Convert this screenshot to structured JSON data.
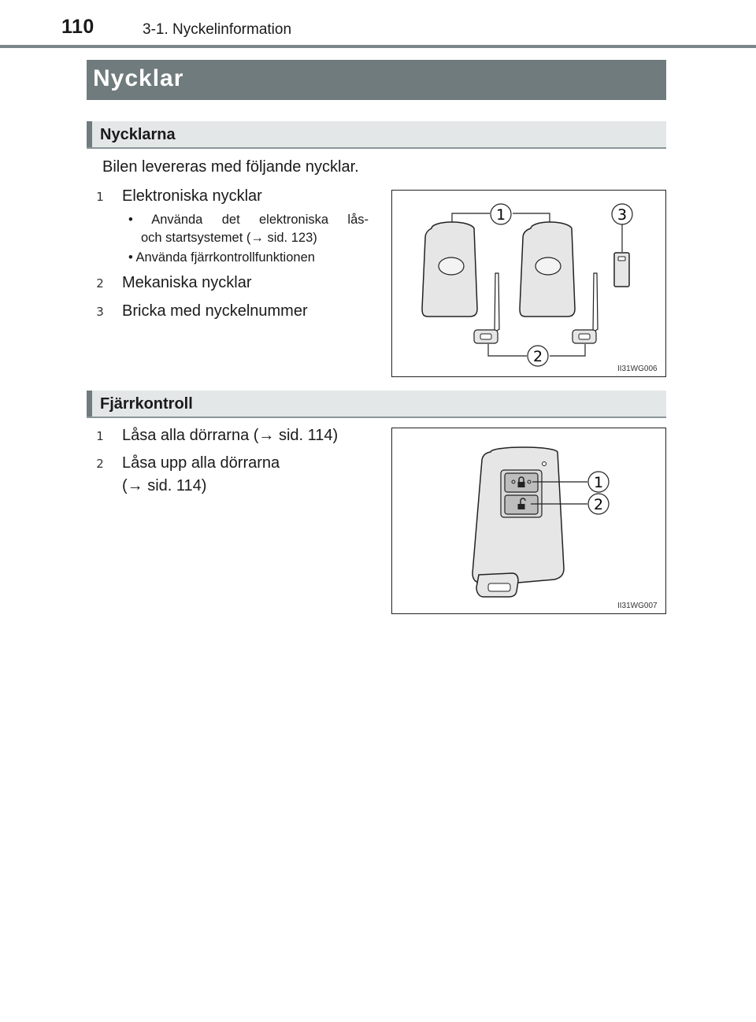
{
  "header": {
    "page_number": "110",
    "section": "3-1. Nyckelinformation"
  },
  "title": "Nycklar",
  "section1": {
    "heading": "Nycklarna",
    "intro": "Bilen levereras med följande nycklar.",
    "items": [
      {
        "num": "1",
        "label": "Elektroniska nycklar"
      },
      {
        "num": "2",
        "label": "Mekaniska nycklar"
      },
      {
        "num": "3",
        "label": "Bricka med nyckelnummer"
      }
    ],
    "bullets": [
      "• Använda det elektroniska lås-",
      "och startsystemet (→ sid. 123)",
      "• Använda fjärrkontrollfunktionen"
    ],
    "figure": {
      "code": "II31WG006",
      "callouts": [
        "1",
        "2",
        "3"
      ]
    }
  },
  "section2": {
    "heading": "Fjärrkontroll",
    "items": [
      {
        "num": "1",
        "label": "Låsa alla dörrarna (→ sid. 114)"
      },
      {
        "num": "2",
        "label": "Låsa upp alla dörrarna",
        "label2": "(→ sid. 114)"
      }
    ],
    "figure": {
      "code": "II31WG007",
      "callouts": [
        "1",
        "2"
      ]
    }
  },
  "colors": {
    "banner": "#6f7b7c",
    "subbar": "#e4e7e8",
    "text": "#1a1a1a"
  }
}
